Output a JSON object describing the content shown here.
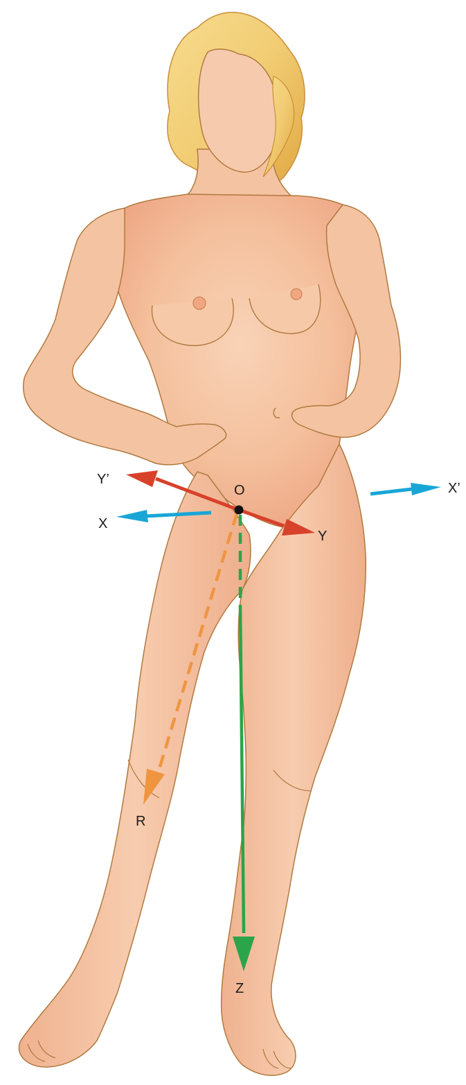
{
  "colors": {
    "skin": "#f6c7a6",
    "skin_shade": "#efa987",
    "outline": "#b0793e",
    "hair": "#f3d17a",
    "hair_shade": "#e2a63c",
    "axis_x": "#18a6d6",
    "axis_y": "#d8412a",
    "axis_z": "#2ba44a",
    "axis_r": "#ef9540",
    "origin": "#111111"
  },
  "labels": {
    "origin": "O",
    "x": "X",
    "x_prime": "X’",
    "y": "Y",
    "y_prime": "Y’",
    "z": "Z",
    "r": "R"
  },
  "icons": {
    "figure": "standing-human-figure",
    "origin": "origin-point"
  }
}
